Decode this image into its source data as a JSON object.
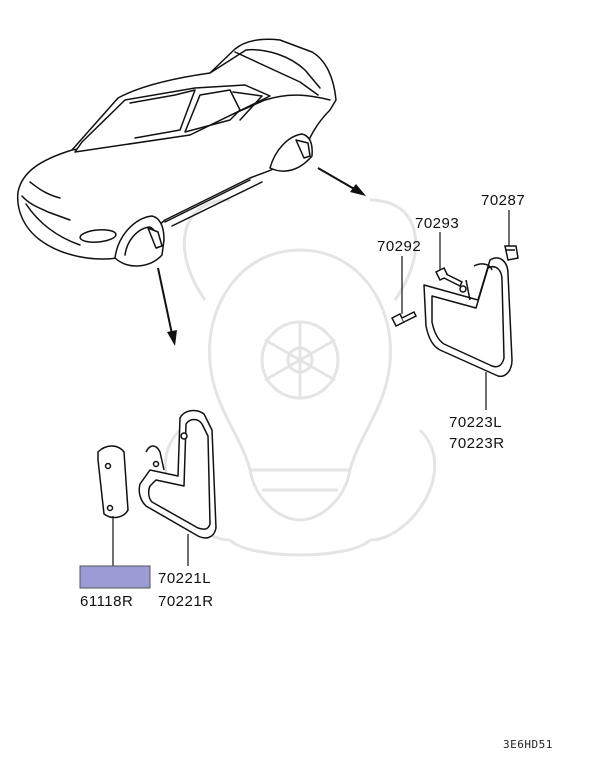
{
  "diagram": {
    "code": "3E6HD51",
    "highlight_color": "#9b9bd6",
    "line_color": "#111111",
    "watermark_color": "#e6e6e6",
    "parts": {
      "p70287": "70287",
      "p70293": "70293",
      "p70292": "70292",
      "p70223L": "70223L",
      "p70223R": "70223R",
      "p70221L": "70221L",
      "p70221R": "70221R",
      "p61118R": "61118R"
    }
  }
}
